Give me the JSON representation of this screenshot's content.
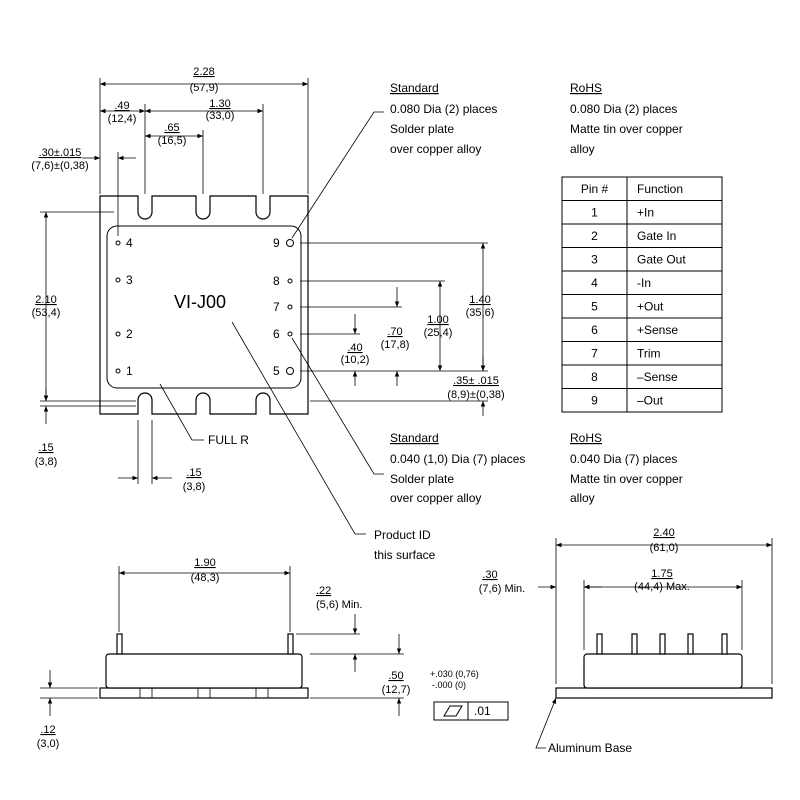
{
  "top_view": {
    "product_label": "VI-J00",
    "pins_left": [
      "4",
      "3",
      "2",
      "1"
    ],
    "pins_right": [
      "9",
      "8",
      "7",
      "6",
      "5"
    ],
    "full_r_label": "FULL R",
    "product_id_label": [
      "Product ID",
      "this surface"
    ]
  },
  "dims_top": {
    "overall_width": [
      "2.28",
      "(57,9)"
    ],
    "d049": [
      ".49",
      "(12,4)"
    ],
    "d130": [
      "1.30",
      "(33,0)"
    ],
    "d065": [
      ".65",
      "(16,5)"
    ],
    "d030": [
      ".30±.015",
      "(7,6)±(0,38)"
    ],
    "d210": [
      "2.10",
      "(53,4)"
    ],
    "d140": [
      "1.40",
      "(35,6)"
    ],
    "d100": [
      "1.00",
      "(25,4)"
    ],
    "d070": [
      ".70",
      "(17,8)"
    ],
    "d040": [
      ".40",
      "(10,2)"
    ],
    "d035": [
      ".35± .015",
      "(8,9)±(0,38)"
    ],
    "d015a": [
      ".15",
      "(3,8)"
    ],
    "d015b": [
      ".15",
      "(3,8)"
    ]
  },
  "notes": {
    "std_large": {
      "title": "Standard",
      "lines": [
        "0.080 Dia (2) places",
        "Solder plate",
        "over copper alloy"
      ]
    },
    "rohs_large": {
      "title": "RoHS",
      "lines": [
        "0.080 Dia (2) places",
        "Matte tin over copper",
        "alloy"
      ]
    },
    "std_small": {
      "title": "Standard",
      "lines": [
        "0.040 (1,0) Dia (7) places",
        "Solder plate",
        "over copper alloy"
      ]
    },
    "rohs_small": {
      "title": "RoHS",
      "lines": [
        "0.040 Dia (7) places",
        "Matte tin over copper",
        "alloy"
      ]
    }
  },
  "pin_table": {
    "headers": [
      "Pin #",
      "Function"
    ],
    "rows": [
      [
        "1",
        "+In"
      ],
      [
        "2",
        "Gate In"
      ],
      [
        "3",
        "Gate Out"
      ],
      [
        "4",
        "-In"
      ],
      [
        "5",
        "+Out"
      ],
      [
        "6",
        "+Sense"
      ],
      [
        "7",
        "Trim"
      ],
      [
        "8",
        "–Sense"
      ],
      [
        "9",
        "–Out"
      ]
    ]
  },
  "side_view": {
    "d190": [
      "1.90",
      "(48,3)"
    ],
    "d022": [
      ".22",
      "(5,6) Min."
    ],
    "d050": [
      ".50",
      "(12,7)"
    ],
    "tol": [
      "+.030 (0,76)",
      "-.000 (0)"
    ],
    "d012": [
      ".12",
      "(3,0)"
    ],
    "flatness": ".01"
  },
  "end_view": {
    "d240": [
      "2.40",
      "(61,0)"
    ],
    "d175": [
      "1.75",
      "(44,4) Max."
    ],
    "d030": [
      ".30",
      "(7,6) Min."
    ],
    "base_label": "Aluminum Base"
  }
}
